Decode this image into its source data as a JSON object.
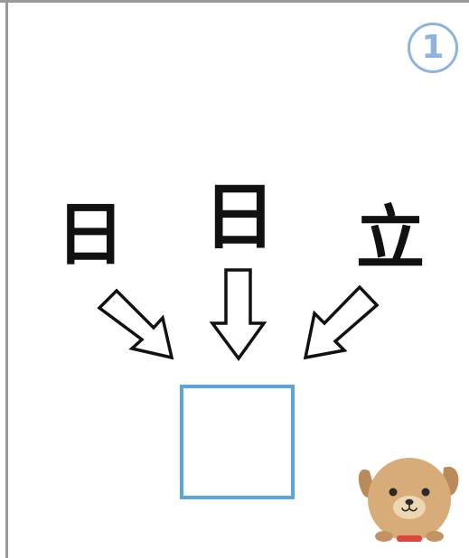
{
  "page": {
    "number_badge": "1"
  },
  "puzzle": {
    "kanji": [
      {
        "char": "日",
        "position": "left"
      },
      {
        "char": "日",
        "position": "center"
      },
      {
        "char": "立",
        "position": "right"
      }
    ],
    "answer_box": {
      "value": "",
      "border_color": "#5aa6dc"
    }
  },
  "icons": {
    "arrows": [
      "arrow-down-right-icon",
      "arrow-down-icon",
      "arrow-down-left-icon"
    ],
    "mascot": "dog-mascot-icon"
  },
  "colors": {
    "badge": "#8fb3e0",
    "kanji": "#111111",
    "frame": "#9a9a9a",
    "dog_fur": "#d7ac79",
    "dog_ears": "#b98a5a",
    "collar": "#e0443e"
  }
}
